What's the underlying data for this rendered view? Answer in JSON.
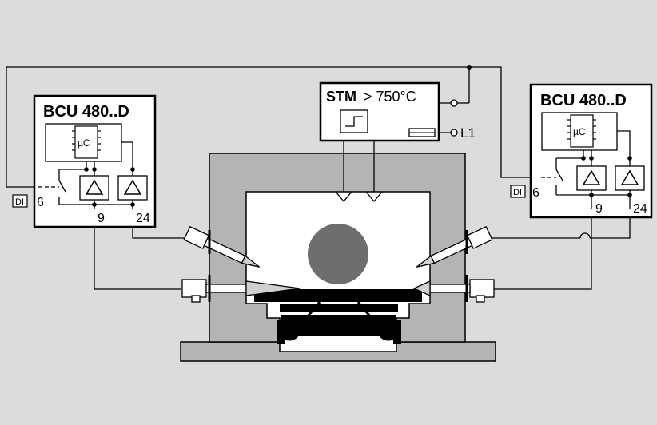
{
  "controller_left": {
    "title": "BCU 480..D",
    "chip_label": "µC",
    "di_badge": "DI",
    "terminal_di": "6",
    "terminal_a": "9",
    "terminal_b": "24"
  },
  "controller_right": {
    "title": "BCU 480..D",
    "chip_label": "µC",
    "di_badge": "DI",
    "terminal_di": "6",
    "terminal_a": "9",
    "terminal_b": "24"
  },
  "stm": {
    "name": "STM",
    "threshold": "> 750°C",
    "supply_label": "L1"
  },
  "colors": {
    "background": "#dcdcdc",
    "furnace_wall": "#b4b4b4",
    "chamber": "#ffffff",
    "workpiece": "#6e6e6e",
    "line": "#000000"
  }
}
